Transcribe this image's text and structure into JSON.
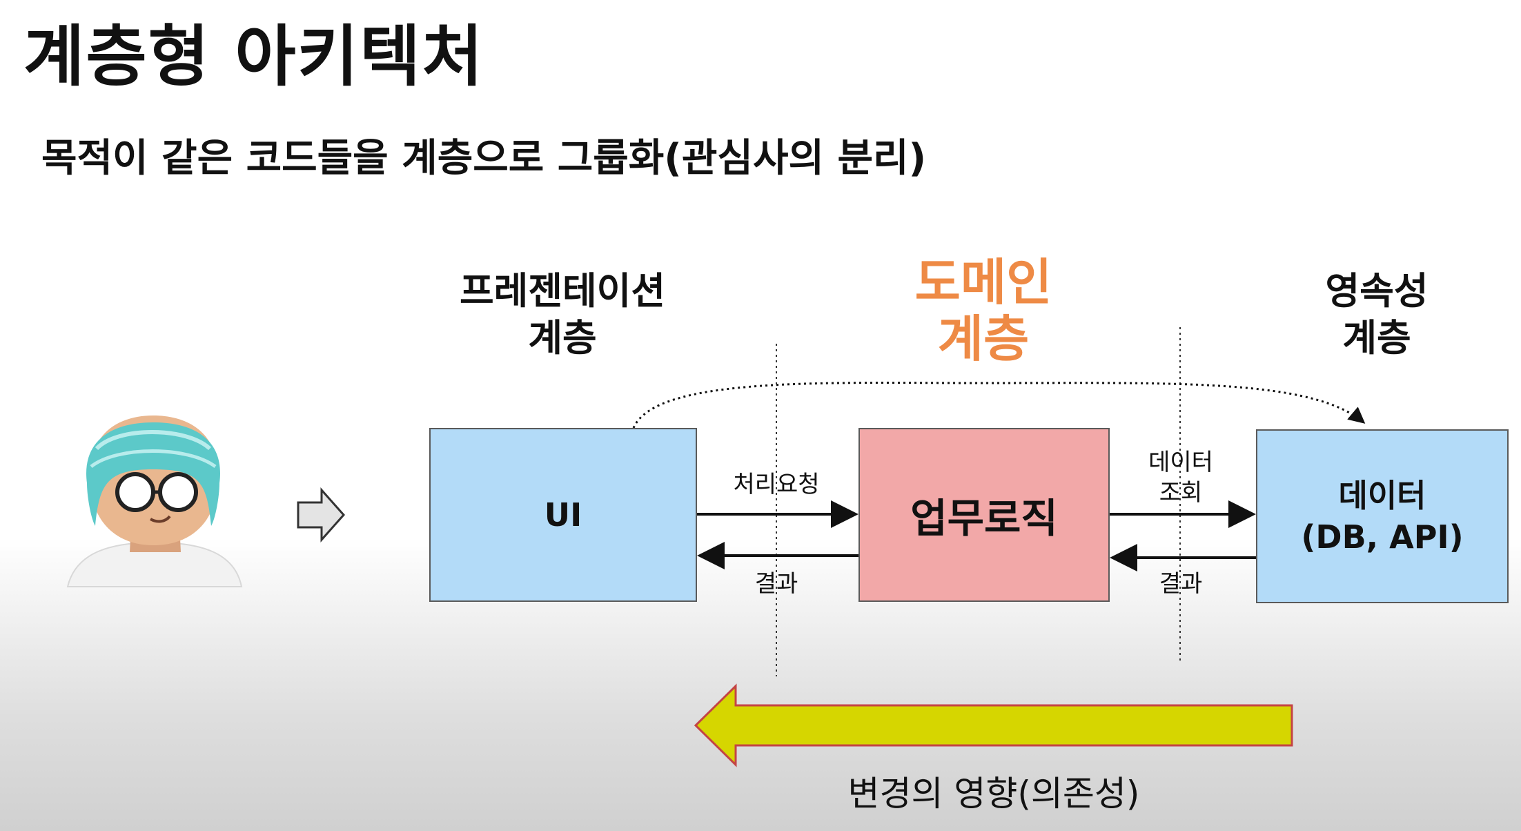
{
  "title": "계층형 아키텍처",
  "subtitle": "목적이 같은 코드들을 계층으로 그룹화(관심사의 분리)",
  "layers": {
    "presentation": [
      "프레젠테이션",
      "계층"
    ],
    "domain": [
      "도메인",
      "계층"
    ],
    "persistence": [
      "영속성",
      "계층"
    ]
  },
  "boxes": {
    "ui": "UI",
    "business_logic": "업무로직",
    "data": [
      "데이터",
      "(DB, API)"
    ]
  },
  "edges": {
    "request": "처리요청",
    "result_left": "결과",
    "query": [
      "데이터",
      "조회"
    ],
    "result_right": "결과"
  },
  "impact": "변경의 영향(의존성)",
  "icons": {
    "user": "user-avatar-icon",
    "flow": "hollow-right-arrow-icon"
  },
  "colors": {
    "domain_accent": "#ee8a45",
    "ui_box": "#b3dbf8",
    "domain_box": "#f2a8a8",
    "impact_arrow": "#d6d600",
    "impact_arrow_border": "#c44444"
  }
}
